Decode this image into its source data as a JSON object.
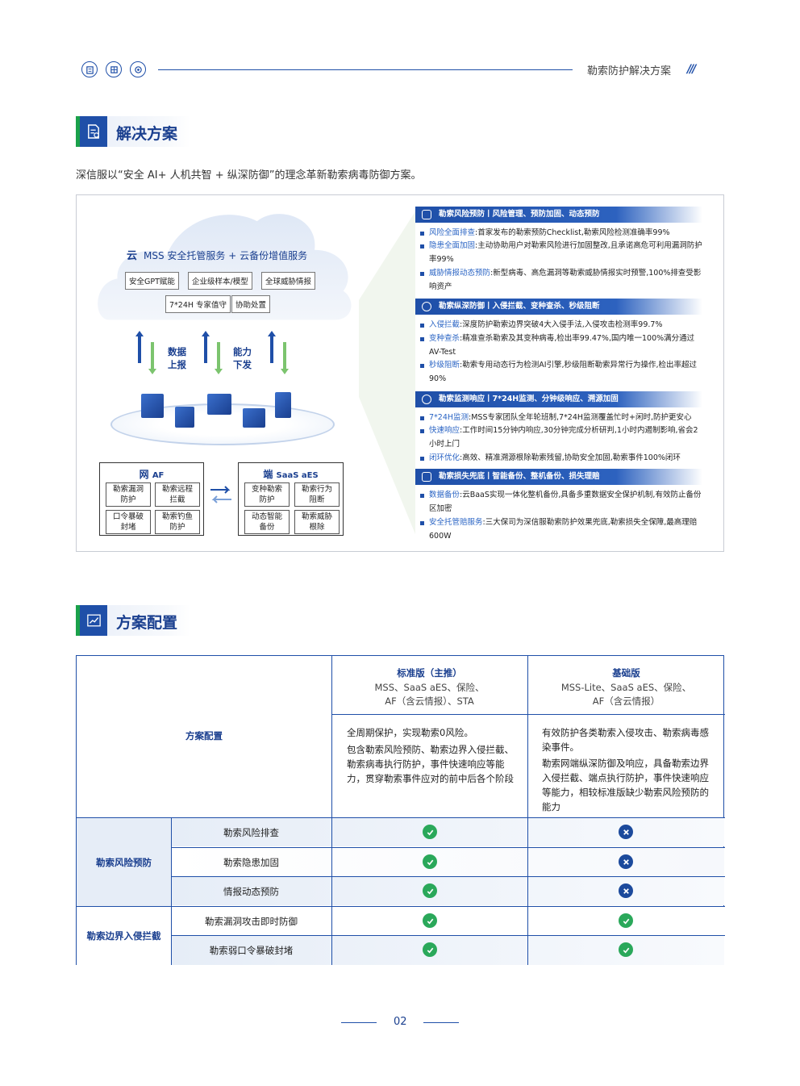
{
  "header": {
    "title": "勒索防护解决方案",
    "slashes": "///"
  },
  "section1": {
    "title": "解决方案",
    "intro": "深信服以“安全 AI+ 人机共智 + 纵深防御”的理念革新勒索病毒防御方案。"
  },
  "diagram": {
    "cloud_prefix": "云",
    "cloud_title": "MSS 安全托管服务 + 云备份增值服务",
    "cloud_tags": [
      "安全GPT赋能",
      "企业级样本/模型",
      "全球威胁情报",
      "7*24H 专家值守",
      "协助处置"
    ],
    "up_label": "数据\n上报",
    "down_label": "能力\n下发",
    "net": {
      "title": "网",
      "sub": "AF",
      "cells": [
        "勒索漏洞\n防护",
        "勒索远程\n拦截",
        "口令暴破\n封堵",
        "勒索钓鱼\n防护"
      ]
    },
    "end": {
      "title": "端",
      "sub": "SaaS aES",
      "cells": [
        "变种勒索\n防护",
        "勒索行为\n阻断",
        "动态智能\n备份",
        "勒索威胁\n根除"
      ]
    }
  },
  "right": {
    "groups": [
      {
        "title": "勒索风险预防丨风险管理、预防加固、动态预防",
        "items": [
          {
            "k": "风险全面排查",
            "v": ":首家发布的勒索预防Checklist,勒索风险检测准确率99%"
          },
          {
            "k": "隐患全面加固",
            "v": ":主动协助用户对勒索风险进行加固整改,且承诺高危可利用漏洞防护率99%"
          },
          {
            "k": "威胁情报动态预防",
            "v": ":新型病毒、高危漏洞等勒索威胁情报实时预警,100%排查受影响资产"
          }
        ]
      },
      {
        "title": "勒索纵深防御丨入侵拦截、变种查杀、秒级阻断",
        "items": [
          {
            "k": "入侵拦截",
            "v": ":深度防护勒索边界突破4大入侵手法,入侵攻击检测率99.7%"
          },
          {
            "k": "变种查杀",
            "v": ":精准查杀勒索及其变种病毒,检出率99.47%,国内唯一100%满分通过AV-Test"
          },
          {
            "k": "秒级阻断",
            "v": ":勒索专用动态行为检测AI引擎,秒级阻断勒索异常行为操作,检出率超过90%"
          }
        ]
      },
      {
        "title": "勒索监测响应丨7*24H监测、分钟级响应、溯源加固",
        "items": [
          {
            "k": "7*24H监测",
            "v": ":MSS专家团队全年轮班制,7*24H监测覆盖忙时+闲时,防护更安心"
          },
          {
            "k": "快速响应",
            "v": ":工作时间15分钟内响应,30分钟完成分析研判,1小时内遏制影响,省会2小时上门"
          },
          {
            "k": "闭环优化",
            "v": ":高效、精准溯源根除勒索残留,协助安全加固,勒索事件100%闭环"
          }
        ]
      },
      {
        "title": "勒索损失兜底丨智能备份、整机备份、损失理赔",
        "items": [
          {
            "k": "数据备份",
            "v": ":云BaaS实现一体化整机备份,具备多重数据安全保护机制,有效防止备份区加密"
          },
          {
            "k": "安全托管赔服务",
            "v": ":三大保司为深信服勒索防护效果兜底,勒索损失全保障,最高理赔600W"
          }
        ]
      }
    ]
  },
  "section2": {
    "title": "方案配置"
  },
  "table": {
    "corner": "方案配置",
    "std": {
      "title": "标准版（主推）",
      "sub1": "MSS、SaaS aES、保险、",
      "sub2": "AF（含云情报）、STA",
      "desc1": "全周期保护，实现勒索0风险。",
      "desc2": "包含勒索风险预防、勒索边界入侵拦截、勒索病毒执行防护，事件快速响应等能力，贯穿勒索事件应对的前中后各个阶段"
    },
    "basic": {
      "title": "基础版",
      "sub1": "MSS-Lite、SaaS aES、保险、",
      "sub2": "AF（含云情报）",
      "desc1": "有效防护各类勒索入侵攻击、勒索病毒感染事件。",
      "desc2": "勒索网端纵深防御及响应，具备勒索边界入侵拦截、端点执行防护，事件快速响应等能力，相较标准版缺少勒索风险预防的能力"
    },
    "groups": [
      {
        "name": "勒索风险预防",
        "rows": [
          {
            "label": "勒索风险排查",
            "std": true,
            "basic": false
          },
          {
            "label": "勒索隐患加固",
            "std": true,
            "basic": false
          },
          {
            "label": "情报动态预防",
            "std": true,
            "basic": false
          }
        ]
      },
      {
        "name": "勒索边界入侵拦截",
        "rows": [
          {
            "label": "勒索漏洞攻击即时防御",
            "std": true,
            "basic": true
          },
          {
            "label": "勒索弱口令暴破封堵",
            "std": true,
            "basic": true
          }
        ]
      }
    ]
  },
  "page_number": "02",
  "colors": {
    "brand": "#1f4fa8",
    "accent_green": "#2aa85a",
    "cross": "#1c4a9c"
  }
}
